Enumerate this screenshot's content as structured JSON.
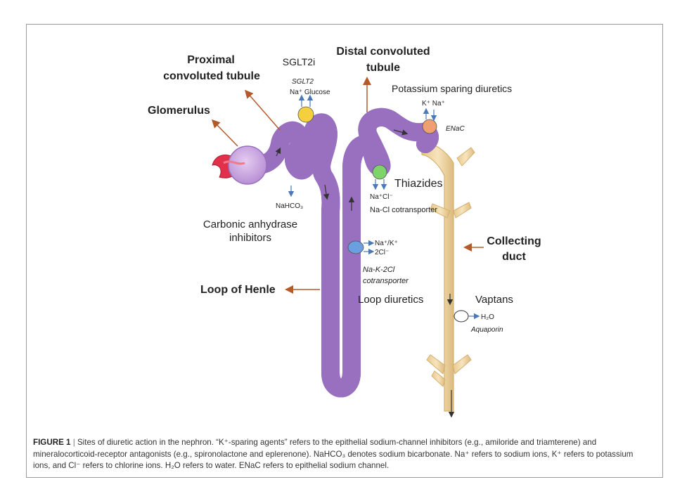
{
  "labels": {
    "proximal_line1": "Proximal",
    "proximal_line2": "convoluted tubule",
    "sglt2i": "SGLT2i",
    "sglt2": "SGLT2",
    "na_glucose": "Na⁺  Glucose",
    "distal_line1": "Distal convoluted",
    "distal_line2": "tubule",
    "potassium_sparing": "Potassium sparing diuretics",
    "k_na": "K⁺  Na⁺",
    "enac": "ENaC",
    "glomerulus": "Glomerulus",
    "thiazides": "Thiazides",
    "na_cl": "Na⁺Cl⁻",
    "na_cl_cotransporter": "Na-Cl cotransporter",
    "nahco3": "NaHCO₃",
    "carbonic_line1": "Carbonic anhydrase",
    "carbonic_line2": "inhibitors",
    "na_k": "Na⁺/K⁺",
    "two_cl": "2Cl⁻",
    "nkcc_line1": "Na-K-2Cl",
    "nkcc_line2": "cotransporter",
    "collecting_line1": "Collecting",
    "collecting_line2": "duct",
    "loop_of_henle": "Loop of Henle",
    "loop_diuretics": "Loop diuretics",
    "vaptans": "Vaptans",
    "h2o": "H₂O",
    "aquaporin": "Aquaporin"
  },
  "caption": {
    "figure_label": "FIGURE 1",
    "separator": "|",
    "text": "Sites of diuretic action in the nephron. “K⁺-sparing agents” refers to the epithelial sodium-channel inhibitors (e.g., amiloride and triamterene) and mineralocorticoid-receptor antagonists (e.g., spironolactone and eplerenone). NaHCO₃ denotes sodium bicarbonate. Na⁺ refers to sodium ions, K⁺ refers to potassium ions, and Cl⁻ refers to chlorine ions. H₂O refers to water. ENaC refers to epithelial sodium channel."
  },
  "colors": {
    "tubule": "#b98fd6",
    "tubule_edge": "#9a6fbf",
    "collecting": "#f3d9a8",
    "collecting_edge": "#d9b97a",
    "pointer_arrow": "#b35a2a",
    "ion_arrow": "#4a78b8",
    "transporter_sglt2": "#f4d03f",
    "transporter_thiazide": "#7ed36a",
    "transporter_nkcc": "#6a9fe0",
    "transporter_enac": "#f0a070",
    "aquaporin": "#ffffff",
    "glomerulus_vessel": "#e0304a"
  }
}
